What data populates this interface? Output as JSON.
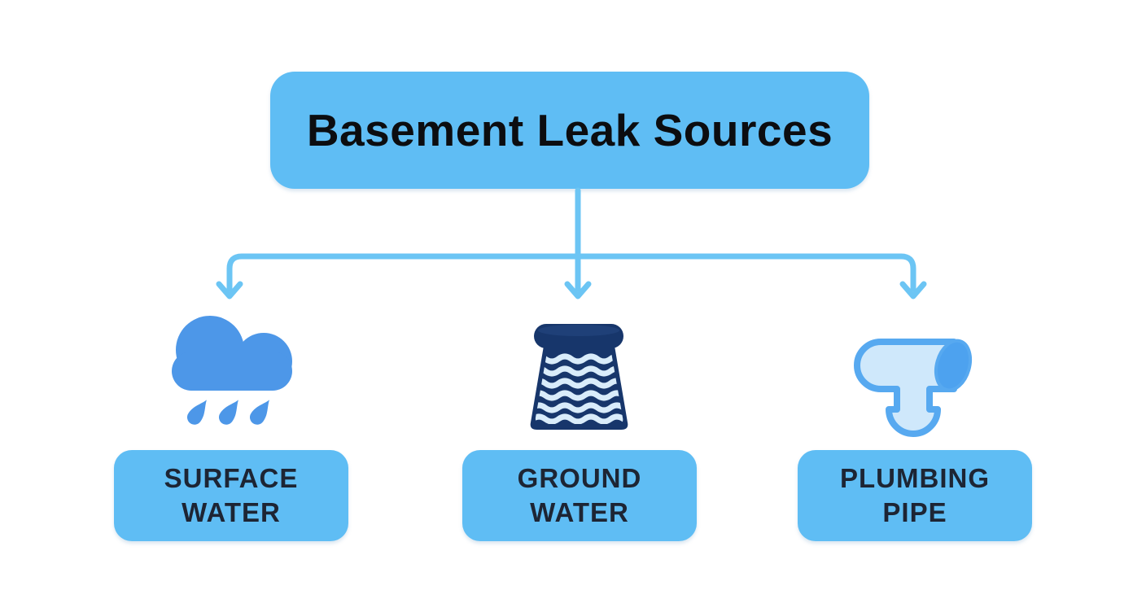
{
  "title": "Basement Leak Sources",
  "nodes": [
    {
      "icon": "rain-cloud-icon",
      "label": "SURFACE WATER",
      "label_line1": "SURFACE",
      "label_line2": "WATER"
    },
    {
      "icon": "water-well-icon",
      "label": "GROUND WATER",
      "label_line1": "GROUND",
      "label_line2": "WATER"
    },
    {
      "icon": "pipe-fitting-icon",
      "label": "PLUMBING PIPE",
      "label_line1": "PLUMBING",
      "label_line2": "PIPE"
    }
  ],
  "colors": {
    "box-blue": "#5fbdf4",
    "connector-blue": "#6cc5f4",
    "title-text": "#0c0d10",
    "label-text": "#1d2534",
    "cloud-blue": "#4d97e8",
    "well-navy": "#17366b",
    "well-navy-light": "#1f4078",
    "wave-light": "#d9ecfa",
    "pipe-outline": "#57a9f0",
    "pipe-fill": "#cfe8fb",
    "pipe-end": "#4da2ef"
  }
}
